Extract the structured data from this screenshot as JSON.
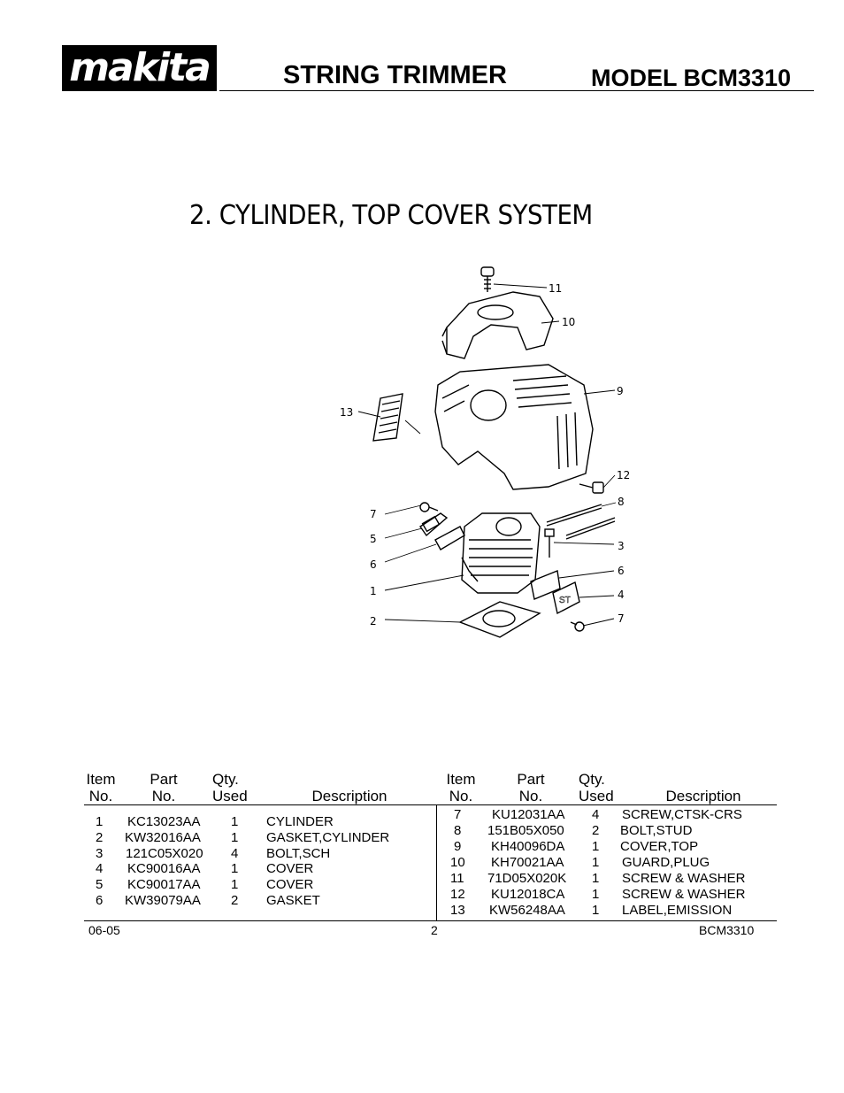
{
  "header": {
    "brand": "makita",
    "title": "STRING TRIMMER",
    "model": "MODEL BCM3310"
  },
  "figure": {
    "title": "2.  CYLINDER, TOP COVER SYSTEM",
    "callouts": [
      "11",
      "10",
      "9",
      "13",
      "12",
      "8",
      "7",
      "5",
      "3",
      "6",
      "6",
      "1",
      "4",
      "2",
      "7"
    ]
  },
  "table": {
    "headers": {
      "item": [
        "Item",
        "No."
      ],
      "part": [
        "Part",
        "No."
      ],
      "qty": [
        "Qty.",
        "Used"
      ],
      "desc": "Description"
    },
    "left_rows": [
      {
        "item": "1",
        "part": "KC13023AA",
        "qty": "1",
        "desc": "CYLINDER"
      },
      {
        "item": "2",
        "part": "KW32016AA",
        "qty": "1",
        "desc": "GASKET,CYLINDER"
      },
      {
        "item": "3",
        "part": "121C05X020",
        "qty": "4",
        "desc": "BOLT,SCH"
      },
      {
        "item": "4",
        "part": "KC90016AA",
        "qty": "1",
        "desc": "COVER"
      },
      {
        "item": "5",
        "part": "KC90017AA",
        "qty": "1",
        "desc": "COVER"
      },
      {
        "item": "6",
        "part": "KW39079AA",
        "qty": "2",
        "desc": "GASKET"
      }
    ],
    "right_rows": [
      {
        "item": "7",
        "part": "KU12031AA",
        "qty": "4",
        "desc": "SCREW,CTSK-CRS"
      },
      {
        "item": "8",
        "part": "151B05X050",
        "qty": "2",
        "desc": "BOLT,STUD"
      },
      {
        "item": "9",
        "part": "KH40096DA",
        "qty": "1",
        "desc": "COVER,TOP"
      },
      {
        "item": "10",
        "part": "KH70021AA",
        "qty": "1",
        "desc": "GUARD,PLUG"
      },
      {
        "item": "11",
        "part": "71D05X020K",
        "qty": "1",
        "desc": "SCREW & WASHER"
      },
      {
        "item": "12",
        "part": "KU12018CA",
        "qty": "1",
        "desc": "SCREW & WASHER"
      },
      {
        "item": "13",
        "part": "KW56248AA",
        "qty": "1",
        "desc": "LABEL,EMISSION"
      }
    ]
  },
  "footer": {
    "date": "06-05",
    "page": "2",
    "model": "BCM3310"
  }
}
